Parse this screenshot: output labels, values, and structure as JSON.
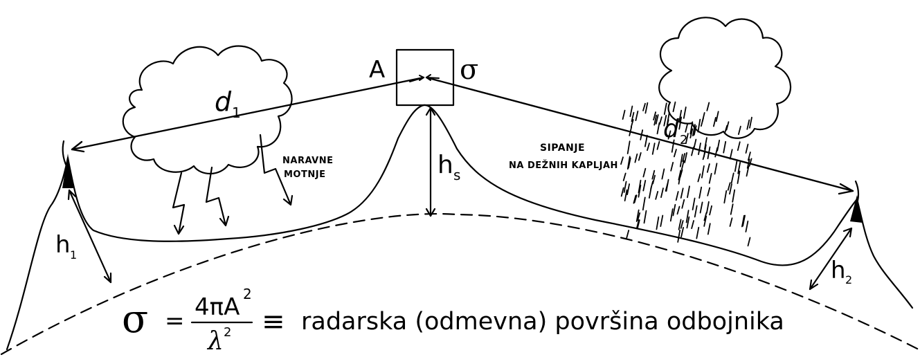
{
  "labels": {
    "antenna_area": "A",
    "cross_section": "σ",
    "distance_1": "d",
    "distance_1_sub": "1",
    "distance_2": "d",
    "distance_2_sub": "2",
    "height_1": "h",
    "height_1_sub": "1",
    "height_2": "h",
    "height_2_sub": "2",
    "height_s": "h",
    "height_s_sub": "s"
  },
  "annotations": {
    "storm_line1": "NARAVNE",
    "storm_line2": "MOTNJE",
    "rain_line1": "SIPANJE",
    "rain_line2": "NA DEŽNIH KAPLJAH"
  },
  "formula": {
    "lhs": "σ",
    "equals": "=",
    "numerator": "4πA",
    "numerator_exp": "2",
    "denominator": "λ",
    "denominator_exp": "2",
    "equiv": "≡",
    "description": "radarska (odmevna) površina odbojnika"
  }
}
